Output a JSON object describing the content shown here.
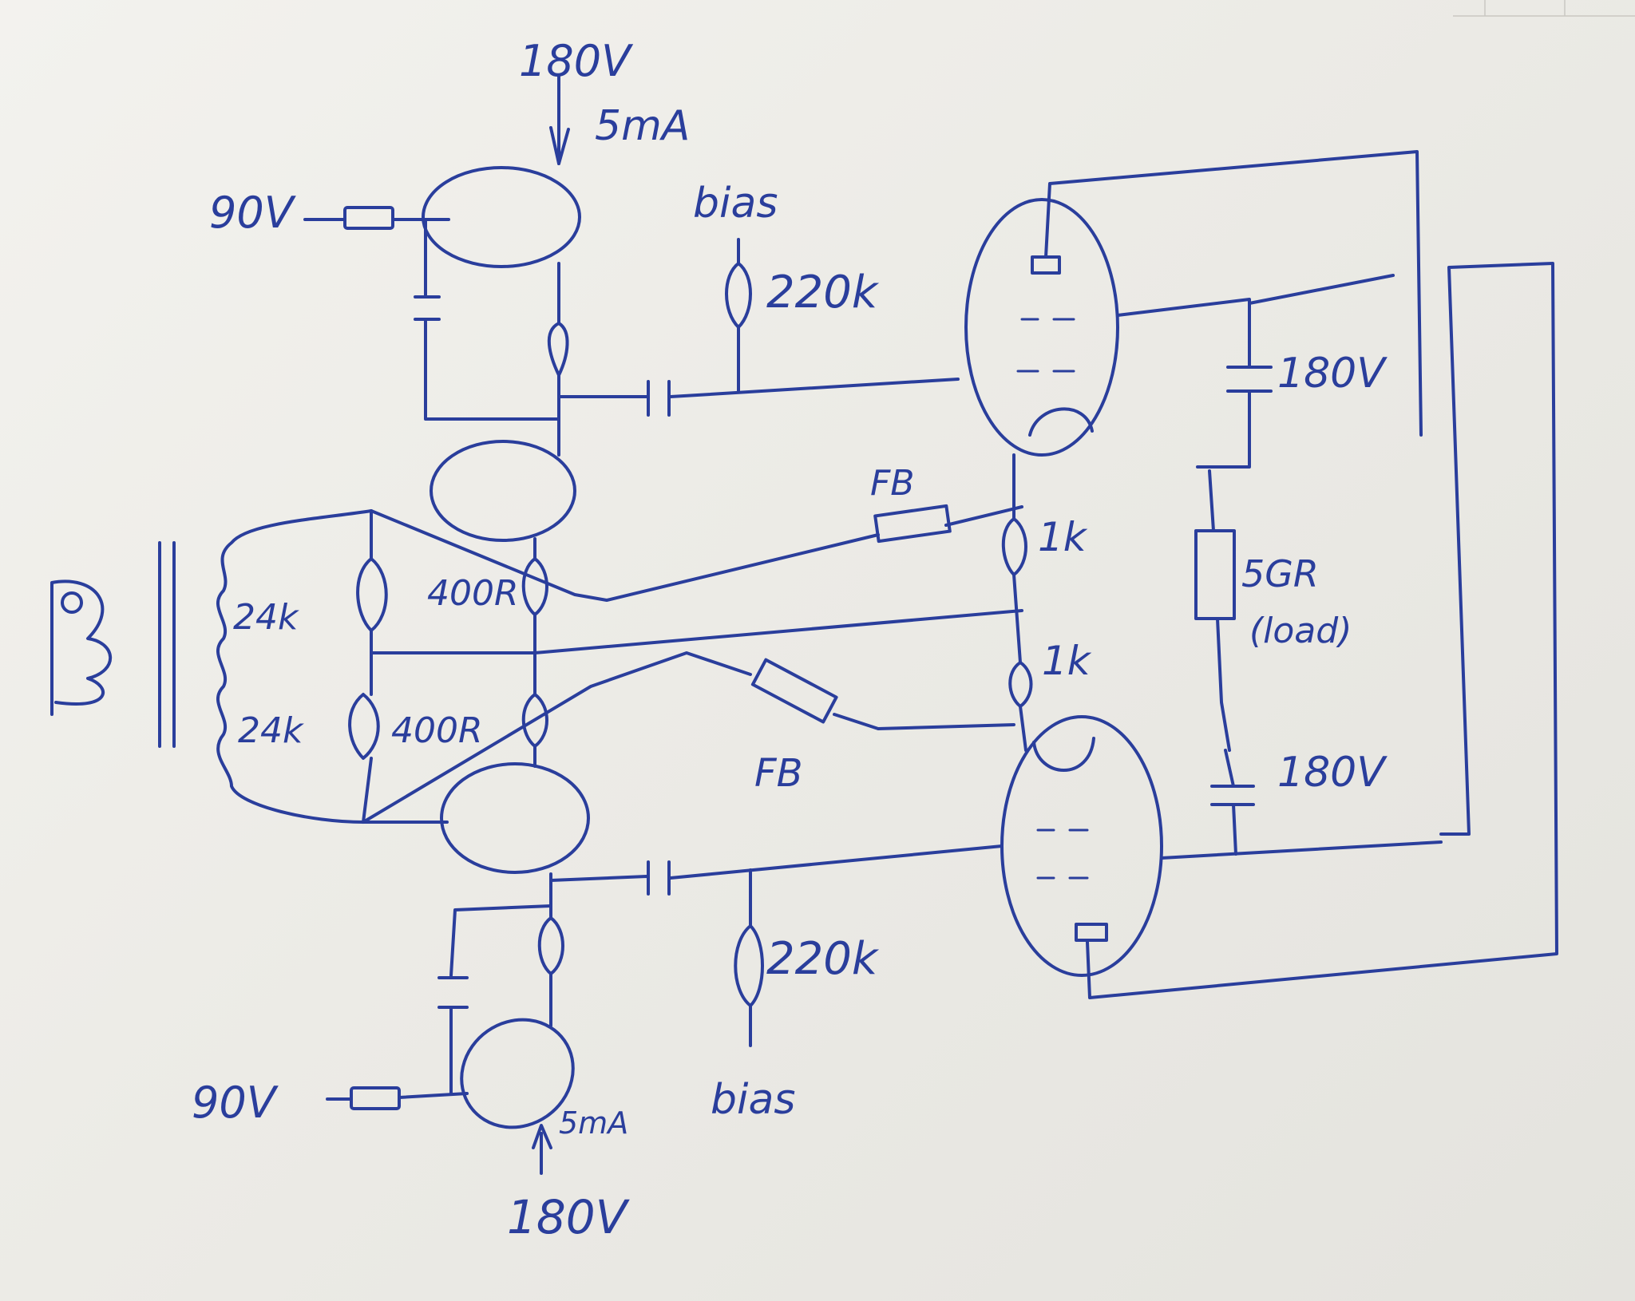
{
  "labels": {
    "top_supply_voltage": "180V",
    "top_current": "5mA",
    "top_grid_voltage": "90V",
    "top_bias": "bias",
    "top_grid_resistor": "220k",
    "top_screen_voltage": "180V",
    "top_fb": "FB",
    "top_cathode_resistor": "1k",
    "load": "5GR",
    "load_note": "(load)",
    "mid_res_a": "24k",
    "mid_res_b": "400R",
    "mid_res_c": "24k",
    "mid_res_d": "400R",
    "bottom_cathode_resistor": "1k",
    "bottom_fb": "FB",
    "bottom_screen_voltage": "180V",
    "bottom_grid_resistor": "220k",
    "bottom_grid_voltage": "90V",
    "bottom_bias": "bias",
    "bottom_current": "5mA",
    "bottom_supply_voltage": "180V"
  },
  "style": {
    "ink_color": "#2a3e9c",
    "paper_color": "#ecebe6"
  }
}
